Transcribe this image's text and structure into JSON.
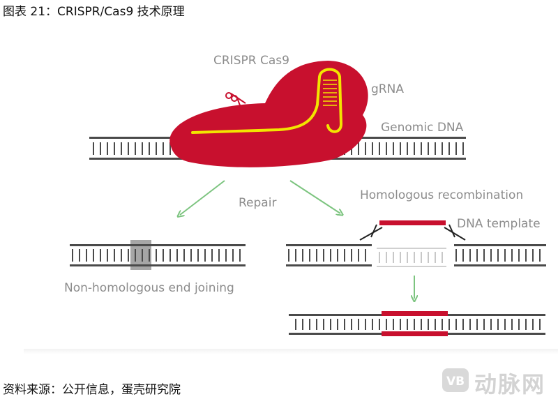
{
  "figure": {
    "title": "图表 21：CRISPR/Cas9 技术原理",
    "source": "资料来源：公开信息，蛋壳研究院"
  },
  "diagram": {
    "labels": {
      "cas9": "CRISPR Cas9",
      "grna": "gRNA",
      "genomic_dna": "Genomic DNA",
      "repair": "Repair",
      "homologous_recombination": "Homologous recombination",
      "dna_template": "DNA template",
      "nhej": "Non-homologous end joining"
    }
  },
  "watermark": {
    "text": "动脉网",
    "logo_letter": "VB"
  },
  "colors": {
    "cas9_red": "#c8102e",
    "grna_yellow": "#f2e500",
    "strand_gray": "#4a4a4a",
    "label_gray": "#8c8c8c",
    "arrow_green": "#7cc47f",
    "nhej_highlight": "#a6a6a6"
  }
}
